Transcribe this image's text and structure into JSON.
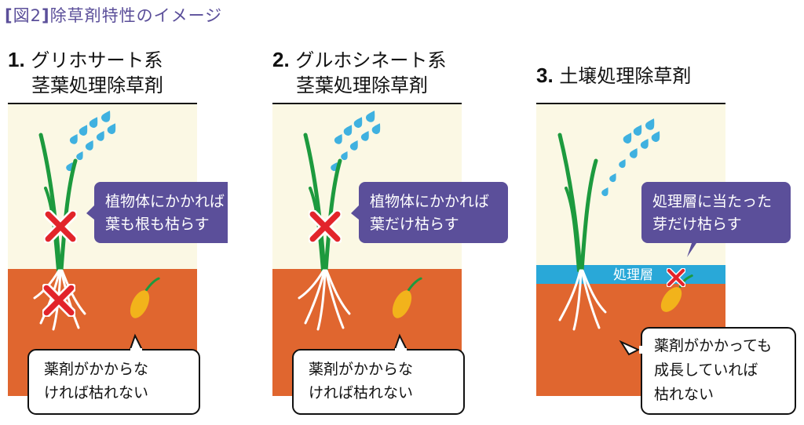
{
  "figure_title": {
    "label": "図2",
    "text": "除草剤特性のイメージ"
  },
  "panels": [
    {
      "number": "1.",
      "title_line1": "グリホサート系",
      "title_line2": "茎葉処理除草剤",
      "callout_line1": "植物体にかかれば",
      "callout_line2": "葉も根も枯らす",
      "seed_bubble_line1": "薬剤がかからな",
      "seed_bubble_line2": "ければ枯れない"
    },
    {
      "number": "2.",
      "title_line1": "グルホシネート系",
      "title_line2": "茎葉処理除草剤",
      "callout_line1": "植物体にかかれば",
      "callout_line2": "葉だけ枯らす",
      "seed_bubble_line1": "薬剤がかからな",
      "seed_bubble_line2": "ければ枯れない"
    },
    {
      "number": "3.",
      "title_line1": "土壌処理除草剤",
      "callout_line1": "処理層に当たった",
      "callout_line2": "芽だけ枯らす",
      "layer_label": "処理層",
      "seed_bubble_line1": "薬剤がかかっても",
      "seed_bubble_line2": "成長していれば",
      "seed_bubble_line3": "枯れない"
    }
  ],
  "colors": {
    "title_purple": "#5b4f9a",
    "callout_purple": "#5b4f9a",
    "sky": "#fbf8e4",
    "soil": "#e0662f",
    "layer": "#29a8d8",
    "leaf_green": "#1d9a3e",
    "water": "#3fb1e0",
    "cross_red": "#e2242b",
    "seed_yellow": "#f2b31b"
  }
}
